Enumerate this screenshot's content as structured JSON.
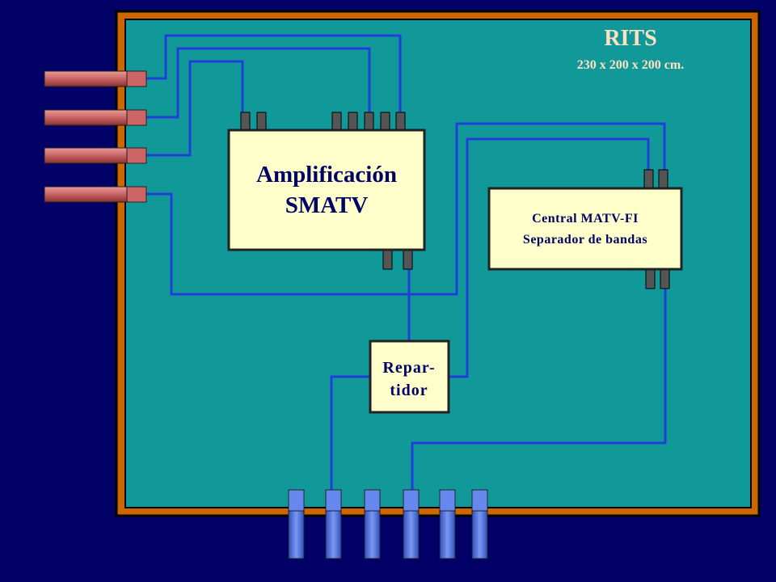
{
  "room": {
    "title": "RITS",
    "dimensions": "230 x 200 x 200 cm."
  },
  "amplifier": {
    "line1": "Amplificación",
    "line2": "SMATV"
  },
  "central": {
    "line1": "Central MATV-FI",
    "line2": "Separador de bandas"
  },
  "splitter": {
    "line1": "Repar-",
    "line2": "tidor"
  },
  "colors": {
    "background": "#000066",
    "room_border": "#cc6600",
    "room_fill": "#119999",
    "box_fill": "#ffffcc",
    "cable": "#1f3fd9",
    "antenna_input": "#cc6666",
    "output_connector": "#6688ee"
  }
}
